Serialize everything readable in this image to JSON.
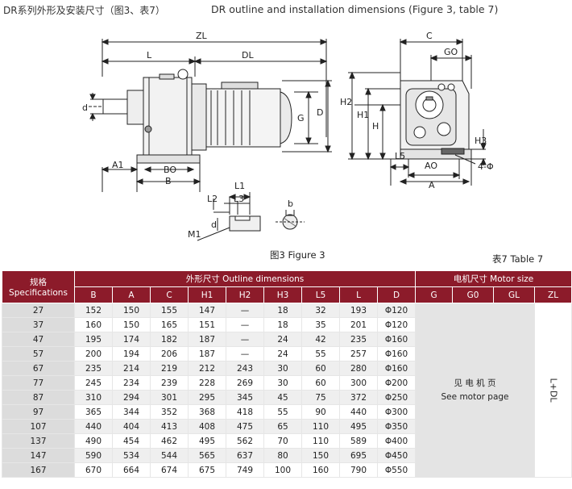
{
  "title_cn": "DR系列外形及安装尺寸（图3、表7）",
  "title_en": "DR outline and installation dimensions (Figure 3, table 7)",
  "figure_caption": "图3   Figure 3",
  "table_caption": "表7      Table 7",
  "dim_labels": {
    "zl": "ZL",
    "l": "L",
    "dl": "DL",
    "d_small": "d",
    "g": "G",
    "d_big": "D",
    "a1": "A1",
    "bo": "BO",
    "b": "B",
    "l1": "L1",
    "l2": "L2",
    "l3": "L3",
    "m1": "M1",
    "d_shaft": "d",
    "b_key": "b",
    "c": "C",
    "go": "GO",
    "h2": "H2",
    "h1": "H1",
    "h": "H",
    "l5": "L5",
    "ao": "AO",
    "a": "A",
    "h3": "H3",
    "phi4": "4-Φ"
  },
  "table": {
    "spec_header_cn": "规格",
    "spec_header_en": "Specifications",
    "group1_header": "外形尺寸 Outline dimensions",
    "group2_header": "电机尺寸  Motor size",
    "columns": [
      "B",
      "A",
      "C",
      "H1",
      "H2",
      "H3",
      "L5",
      "L",
      "D"
    ],
    "motor_columns": [
      "G",
      "G0",
      "GL",
      "ZL"
    ],
    "motor_note_cn": "见  电  机  页",
    "motor_note_en": "See motor page",
    "zl_value": "L+DL",
    "rows": [
      {
        "spec": "27",
        "values": [
          "152",
          "150",
          "155",
          "147",
          "—",
          "18",
          "32",
          "193",
          "Φ120"
        ]
      },
      {
        "spec": "37",
        "values": [
          "160",
          "150",
          "165",
          "151",
          "—",
          "18",
          "35",
          "201",
          "Φ120"
        ]
      },
      {
        "spec": "47",
        "values": [
          "195",
          "174",
          "182",
          "187",
          "—",
          "24",
          "42",
          "235",
          "Φ160"
        ]
      },
      {
        "spec": "57",
        "values": [
          "200",
          "194",
          "206",
          "187",
          "—",
          "24",
          "55",
          "257",
          "Φ160"
        ]
      },
      {
        "spec": "67",
        "values": [
          "235",
          "214",
          "219",
          "212",
          "243",
          "30",
          "60",
          "280",
          "Φ160"
        ]
      },
      {
        "spec": "77",
        "values": [
          "245",
          "234",
          "239",
          "228",
          "269",
          "30",
          "60",
          "300",
          "Φ200"
        ]
      },
      {
        "spec": "87",
        "values": [
          "310",
          "294",
          "301",
          "295",
          "345",
          "45",
          "75",
          "372",
          "Φ250"
        ]
      },
      {
        "spec": "97",
        "values": [
          "365",
          "344",
          "352",
          "368",
          "418",
          "55",
          "90",
          "440",
          "Φ300"
        ]
      },
      {
        "spec": "107",
        "values": [
          "440",
          "404",
          "413",
          "408",
          "475",
          "65",
          "110",
          "495",
          "Φ350"
        ]
      },
      {
        "spec": "137",
        "values": [
          "490",
          "454",
          "462",
          "495",
          "562",
          "70",
          "110",
          "589",
          "Φ400"
        ]
      },
      {
        "spec": "147",
        "values": [
          "590",
          "534",
          "544",
          "565",
          "637",
          "80",
          "150",
          "695",
          "Φ450"
        ]
      },
      {
        "spec": "167",
        "values": [
          "670",
          "664",
          "674",
          "675",
          "749",
          "100",
          "160",
          "790",
          "Φ550"
        ]
      }
    ]
  }
}
